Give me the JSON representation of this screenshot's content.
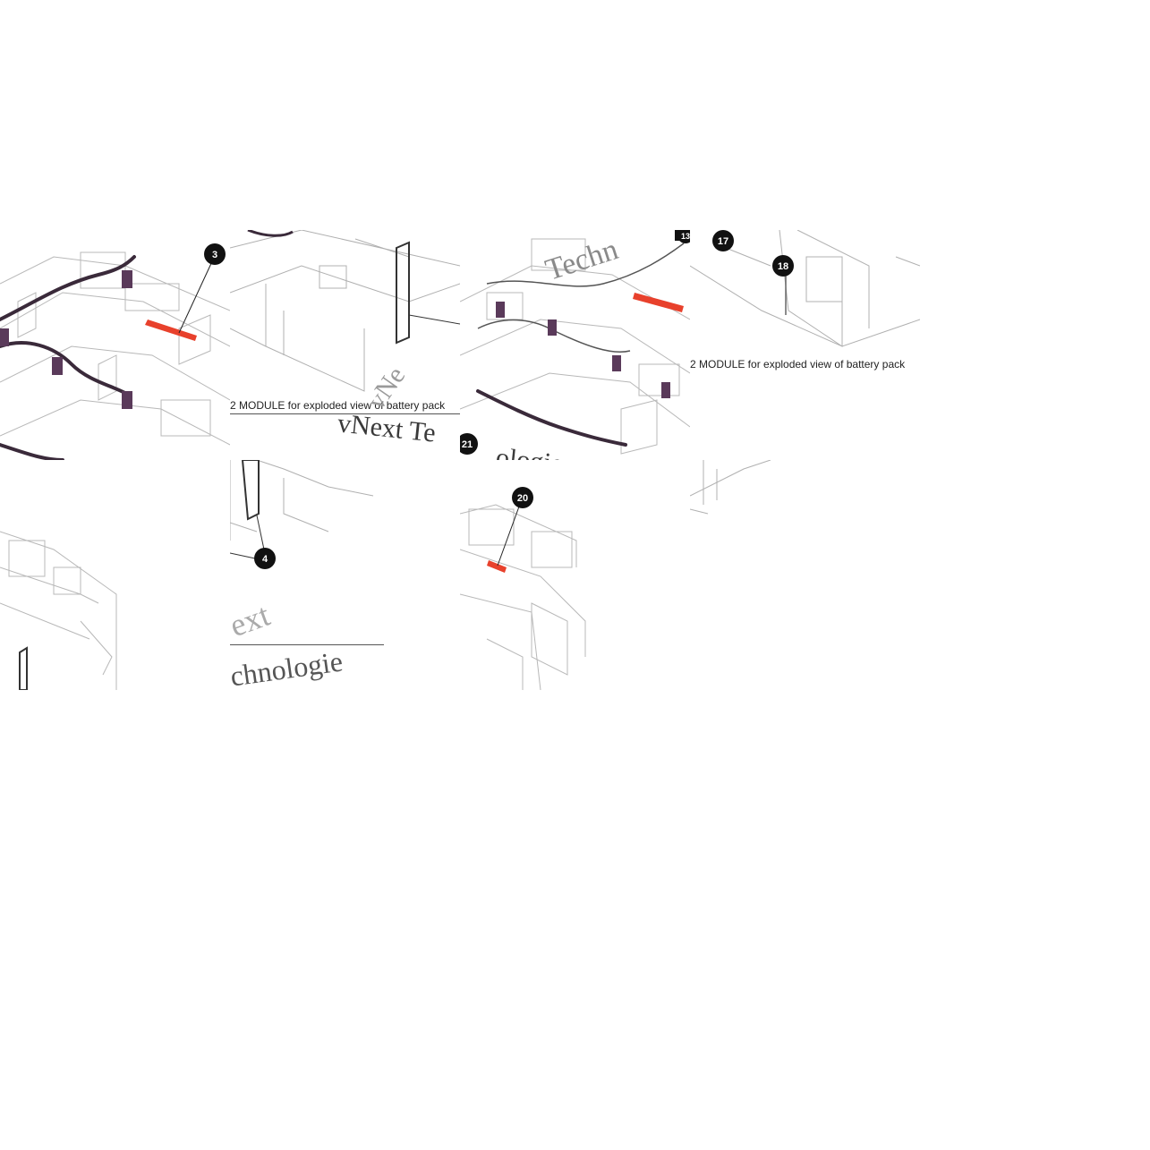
{
  "callouts": {
    "c3": "3",
    "c4": "4",
    "c13": "13",
    "c17": "17",
    "c18": "18",
    "c20": "20",
    "c21": "21"
  },
  "captions": {
    "caption_a": "2 MODULE for exploded view of battery pack",
    "caption_b": "2 MODULE for exploded view of battery pack"
  },
  "watermark": {
    "w1": "vNext Te",
    "w2": "ologies",
    "w3": "ext",
    "w4": "chnologie",
    "w5": "vNe",
    "w6": "Techn"
  },
  "colors": {
    "highlight": "#e8412c",
    "cable": "#3a2a3a",
    "callout_fill": "#111111",
    "line": "#b0b0b0"
  }
}
